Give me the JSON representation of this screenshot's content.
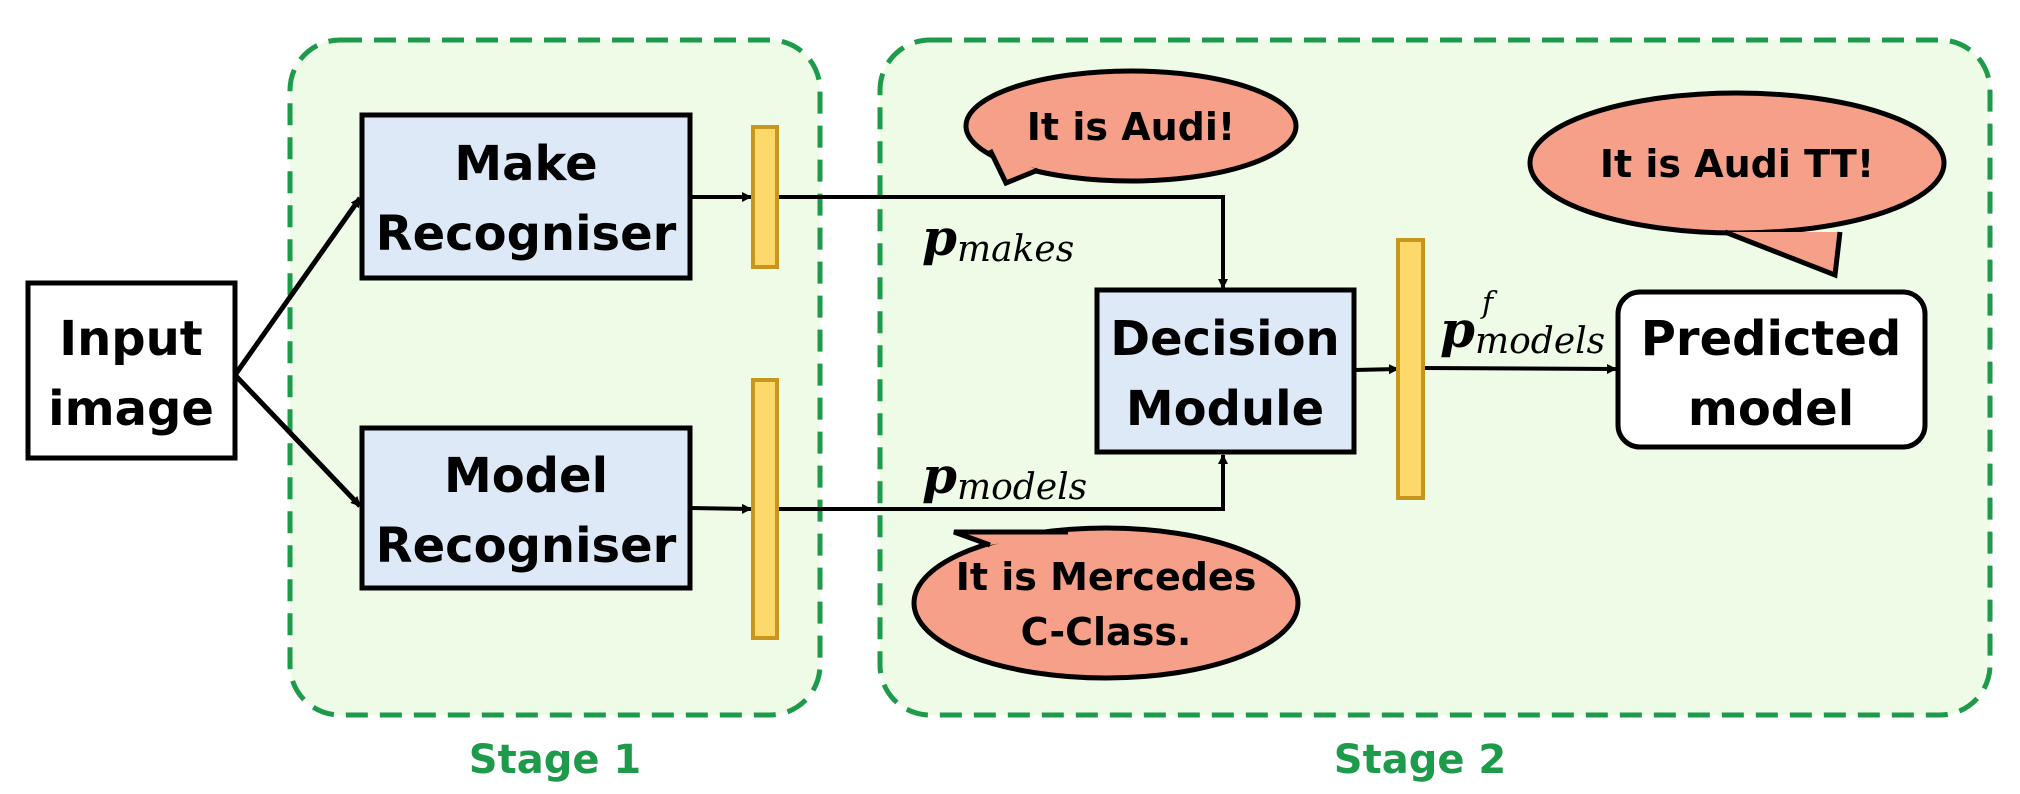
{
  "stage1": {
    "label": "Stage 1"
  },
  "stage2": {
    "label": "Stage 2"
  },
  "input_box": {
    "line1": "Input",
    "line2": "image"
  },
  "make_recogniser": {
    "line1": "Make",
    "line2": "Recogniser"
  },
  "model_recogniser": {
    "line1": "Model",
    "line2": "Recogniser"
  },
  "decision_module": {
    "line1": "Decision",
    "line2": "Module"
  },
  "predicted_model": {
    "line1": "Predicted",
    "line2": "model"
  },
  "labels": {
    "p_makes": {
      "main": "p",
      "sub": "makes"
    },
    "p_models": {
      "main": "p",
      "sub": "models"
    },
    "p_models_final": {
      "main": "p",
      "sub": "models",
      "sup": "f"
    }
  },
  "bubbles": {
    "audi": "It is Audi!",
    "audi_tt": "It is Audi TT!",
    "mercedes_line1": "It is Mercedes",
    "mercedes_line2": "C-Class."
  },
  "colors": {
    "stage_border": "#1e9a4b",
    "stage_fill": "#eefbe7",
    "box_fill": "#dde9f6",
    "vector_fill": "#fcd96a",
    "vector_border": "#c9961d",
    "bubble_fill": "#f6a08a"
  }
}
